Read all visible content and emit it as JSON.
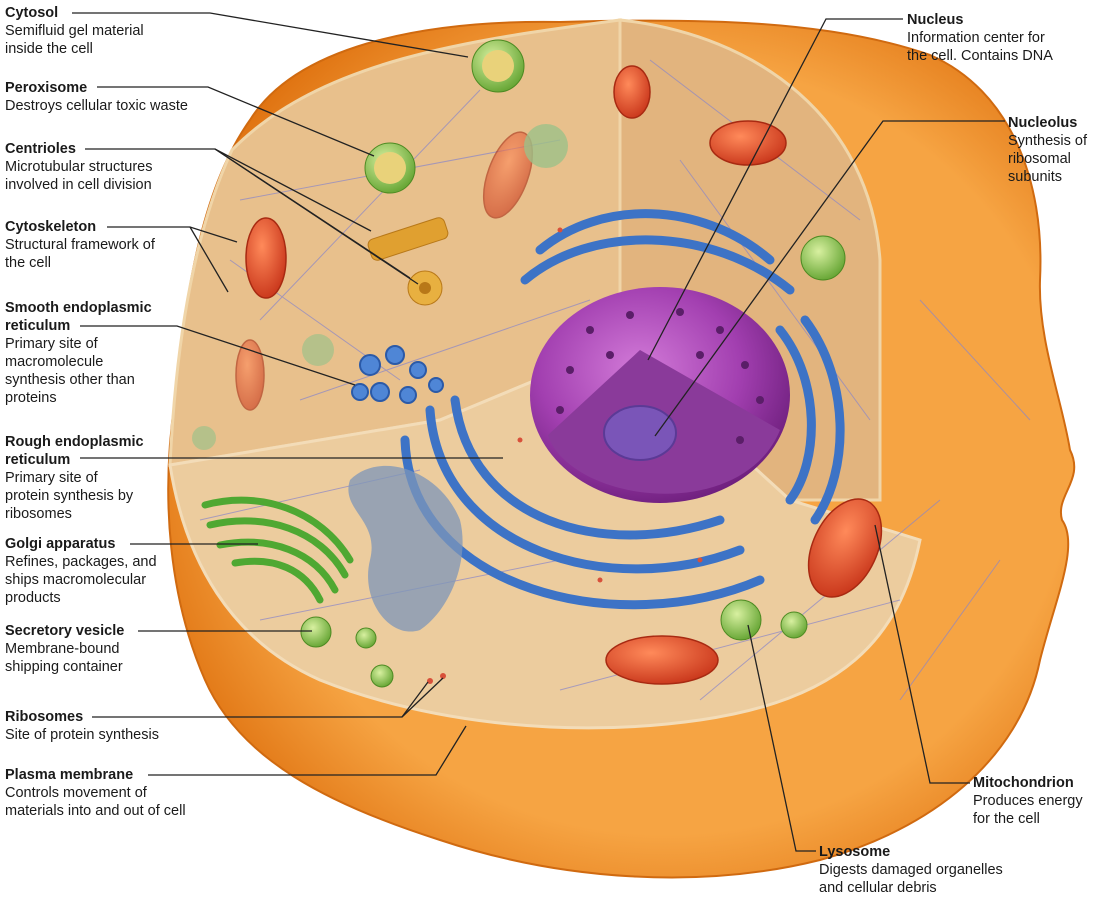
{
  "colors": {
    "membrane": "#f08a1c",
    "cytoplasm": "#e9c896",
    "nucleus": "#a23fb0",
    "rough_er": "#3d73c6",
    "mitochondrion": "#e4481f",
    "golgi": "#4fa832",
    "leader_line": "#222222"
  },
  "labels": {
    "cytosol": {
      "title": "Cytosol",
      "desc": "Semifluid gel material\ninside the cell"
    },
    "peroxisome": {
      "title": "Peroxisome",
      "desc": "Destroys cellular toxic waste"
    },
    "centrioles": {
      "title": "Centrioles",
      "desc": "Microtubular structures\ninvolved in cell division"
    },
    "cytoskeleton": {
      "title": "Cytoskeleton",
      "desc": "Structural framework of\nthe cell"
    },
    "smooth_er": {
      "title": "Smooth endoplasmic\nreticulum",
      "desc": "Primary site of\nmacromolecule\nsynthesis other than\nproteins"
    },
    "rough_er": {
      "title": "Rough endoplasmic\nreticulum",
      "desc": "Primary site of\nprotein synthesis by\nribosomes"
    },
    "golgi": {
      "title": "Golgi apparatus",
      "desc": "Refines, packages, and\nships macromolecular\nproducts"
    },
    "secretory_vesicle": {
      "title": "Secretory vesicle",
      "desc": "Membrane-bound\nshipping container"
    },
    "ribosomes": {
      "title": "Ribosomes",
      "desc": "Site of protein synthesis"
    },
    "plasma_membrane": {
      "title": "Plasma membrane",
      "desc": "Controls movement of\nmaterials into and out of cell"
    },
    "nucleus": {
      "title": "Nucleus",
      "desc": "Information center for\nthe cell. Contains DNA"
    },
    "nucleolus": {
      "title": "Nucleolus",
      "desc": "Synthesis of\nribosomal\nsubunits"
    },
    "mitochondrion": {
      "title": "Mitochondrion",
      "desc": "Produces energy\nfor the cell"
    },
    "lysosome": {
      "title": "Lysosome",
      "desc": "Digests damaged organelles\nand cellular debris"
    }
  }
}
